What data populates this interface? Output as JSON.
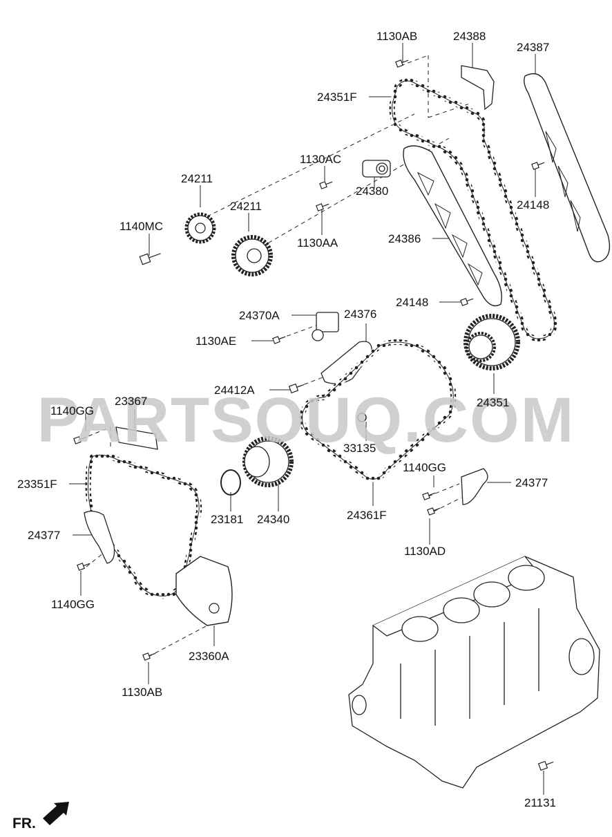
{
  "diagram": {
    "watermark": "PARTSOUQ.COM",
    "direction_label": "FR.",
    "parts": [
      {
        "key": "p_1130AB_top",
        "label": "1130AB"
      },
      {
        "key": "p_24388",
        "label": "24388"
      },
      {
        "key": "p_24387",
        "label": "24387"
      },
      {
        "key": "p_24351F",
        "label": "24351F"
      },
      {
        "key": "p_1130AC",
        "label": "1130AC"
      },
      {
        "key": "p_24211_a",
        "label": "24211"
      },
      {
        "key": "p_24211_b",
        "label": "24211"
      },
      {
        "key": "p_24380",
        "label": "24380"
      },
      {
        "key": "p_24148_top",
        "label": "24148"
      },
      {
        "key": "p_1140MC",
        "label": "1140MC"
      },
      {
        "key": "p_1130AA",
        "label": "1130AA"
      },
      {
        "key": "p_24386",
        "label": "24386"
      },
      {
        "key": "p_24148_mid",
        "label": "24148"
      },
      {
        "key": "p_24370A",
        "label": "24370A"
      },
      {
        "key": "p_24376",
        "label": "24376"
      },
      {
        "key": "p_1130AE",
        "label": "1130AE"
      },
      {
        "key": "p_24412A",
        "label": "24412A"
      },
      {
        "key": "p_24351",
        "label": "24351"
      },
      {
        "key": "p_1140GG_left",
        "label": "1140GG"
      },
      {
        "key": "p_23367",
        "label": "23367"
      },
      {
        "key": "p_33135",
        "label": "33135"
      },
      {
        "key": "p_1140GG_right",
        "label": "1140GG"
      },
      {
        "key": "p_24377_right",
        "label": "24377"
      },
      {
        "key": "p_23351F",
        "label": "23351F"
      },
      {
        "key": "p_23181",
        "label": "23181"
      },
      {
        "key": "p_24340",
        "label": "24340"
      },
      {
        "key": "p_24361F",
        "label": "24361F"
      },
      {
        "key": "p_24377_left",
        "label": "24377"
      },
      {
        "key": "p_1130AD",
        "label": "1130AD"
      },
      {
        "key": "p_1140GG_bottom",
        "label": "1140GG"
      },
      {
        "key": "p_23360A",
        "label": "23360A"
      },
      {
        "key": "p_1130AB_bottom",
        "label": "1130AB"
      },
      {
        "key": "p_21131",
        "label": "21131"
      }
    ]
  }
}
